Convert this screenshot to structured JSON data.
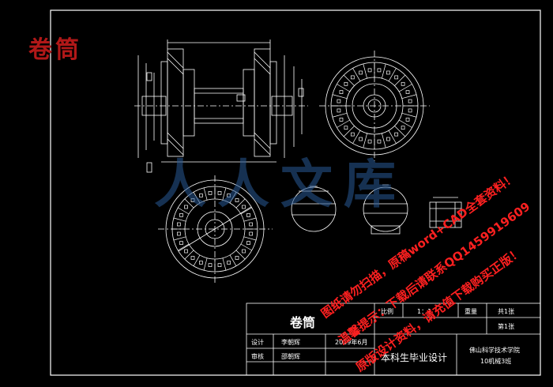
{
  "stamp": "卷筒",
  "watermark": {
    "logo_text": "人人文库",
    "red_lines": [
      "图纸请勿扫描，原稿word+CAD全套资料！",
      "温馨提示：下载后请联系QQ1459919609",
      "原版设计资料，请充值下载购买正版！"
    ]
  },
  "title_block": {
    "part_name": "卷筒",
    "scale_label": "比例",
    "scale_value": "1：1",
    "weight_label": "重量",
    "sheets_total": "共1张",
    "sheet_no": "第1张",
    "designer_label": "设计",
    "designer_name": "李朝辉",
    "date": "2019年6月",
    "checker_label": "审核",
    "checker_name": "邵朝辉",
    "project": "本科生毕业设计",
    "school": "佛山科学技术学院",
    "class": "10机械3班"
  },
  "colors": {
    "background": "#000000",
    "outline": "#ffffff",
    "stamp": "#b01818",
    "watermark_red": "#ff2020",
    "watermark_blue": "#285a96"
  }
}
